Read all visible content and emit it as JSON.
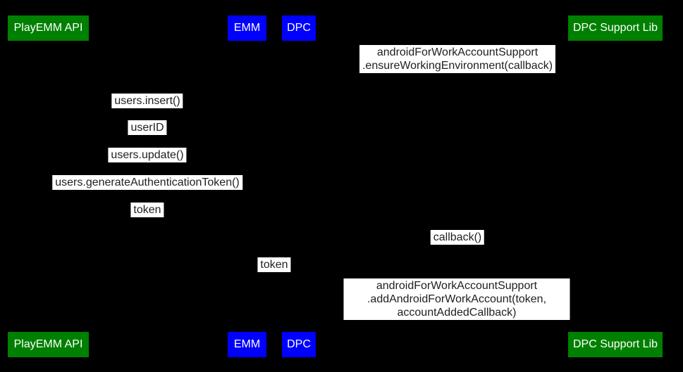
{
  "diagram": {
    "type": "sequence-diagram",
    "actors": [
      {
        "id": "playemm-api",
        "label": "PlayEMM API",
        "color": "#008000"
      },
      {
        "id": "emm",
        "label": "EMM",
        "color": "#0000ff"
      },
      {
        "id": "dpc",
        "label": "DPC",
        "color": "#0000ff"
      },
      {
        "id": "dpc-support-lib",
        "label": "DPC Support Lib",
        "color": "#008000"
      }
    ],
    "messages": [
      {
        "label": "androidForWorkAccountSupport\n.ensureWorkingEnvironment(callback)"
      },
      {
        "label": "users.insert()"
      },
      {
        "label": "userID"
      },
      {
        "label": "users.update()"
      },
      {
        "label": "users.generateAuthenticationToken()"
      },
      {
        "label": "token"
      },
      {
        "label": "callback()"
      },
      {
        "label": "token"
      },
      {
        "label": "androidForWorkAccountSupport\n.addAndroidForWorkAccount(token, accountAddedCallback)"
      }
    ]
  },
  "colors": {
    "background": "#000000",
    "actor_green": "#008000",
    "actor_blue": "#0000ff",
    "actor_text": "#ffffff",
    "message_bg": "#ffffff",
    "message_text": "#1f1f1f"
  }
}
